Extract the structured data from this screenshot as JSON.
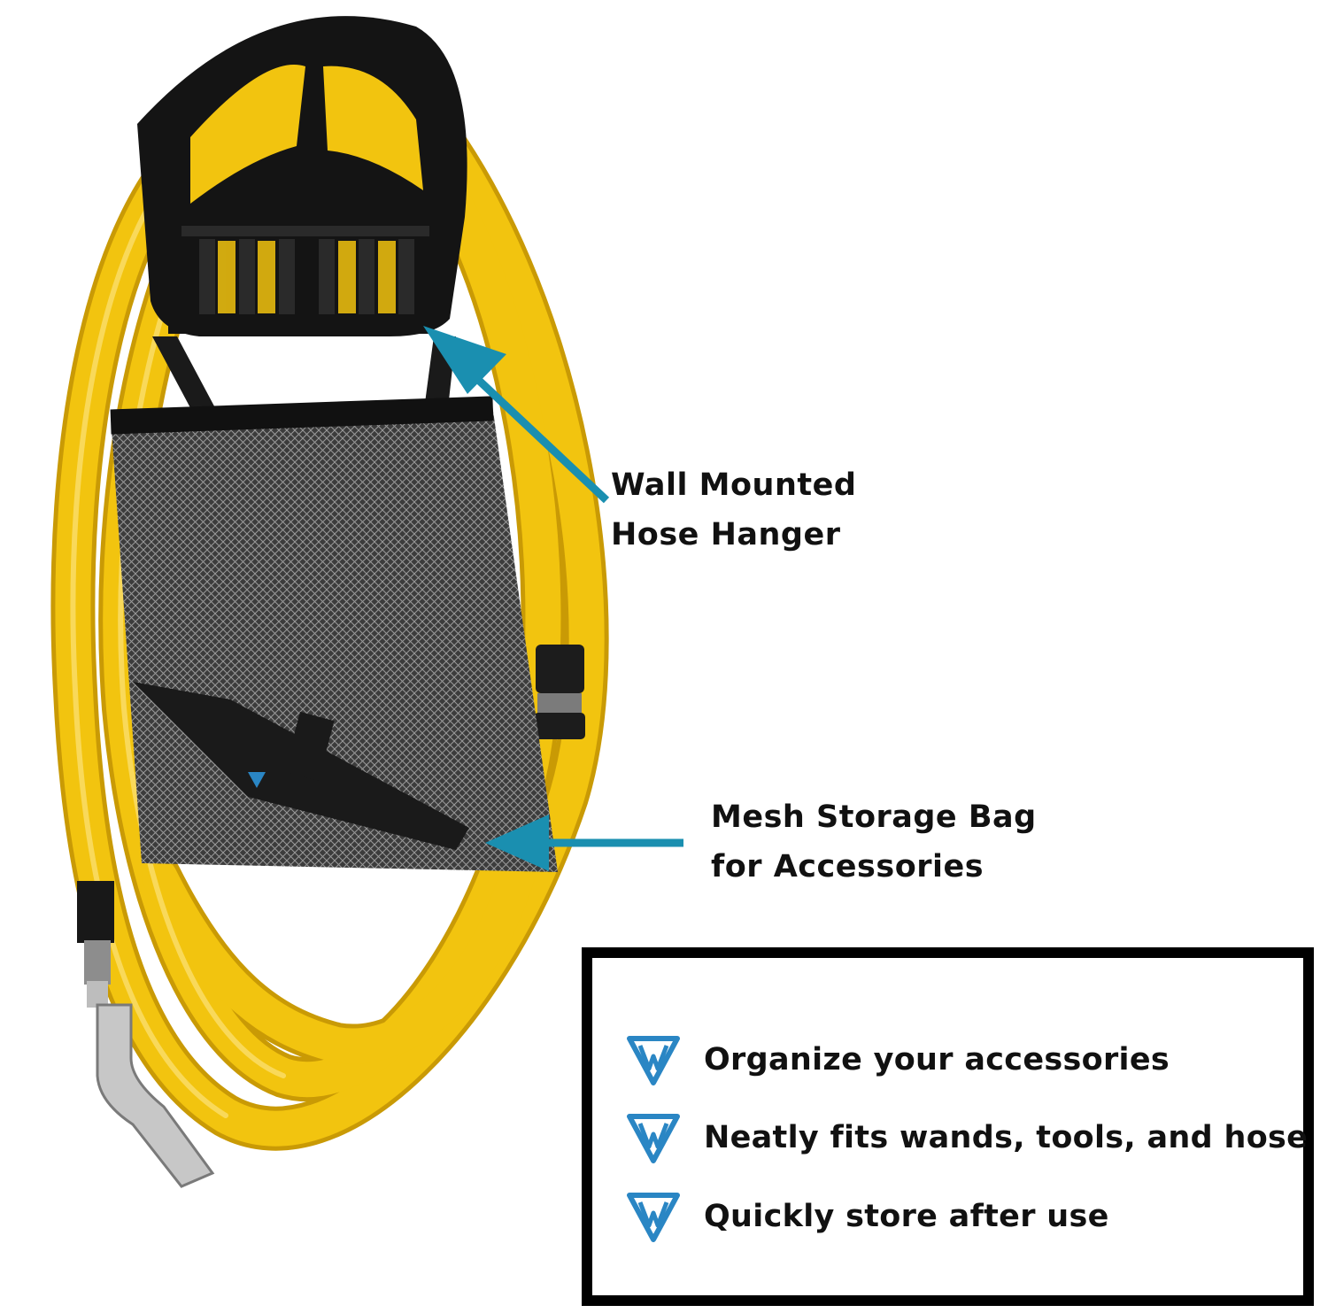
{
  "callouts": {
    "hanger": {
      "line1": "Wall Mounted",
      "line2": "Hose Hanger"
    },
    "bag": {
      "line1": "Mesh Storage Bag",
      "line2": "for Accessories"
    }
  },
  "features": [
    {
      "text": "Organize your accessories",
      "icon": "brand-logo-icon"
    },
    {
      "text": "Neatly fits wands, tools, and hose",
      "icon": "brand-logo-icon"
    },
    {
      "text": "Quickly store after use",
      "icon": "brand-logo-icon"
    }
  ],
  "colors": {
    "hose": "#f2c40f",
    "hose_shade": "#c99a05",
    "hanger": "#141414",
    "arrow": "#1a8fb0",
    "logo_blue": "#2a86c4"
  }
}
